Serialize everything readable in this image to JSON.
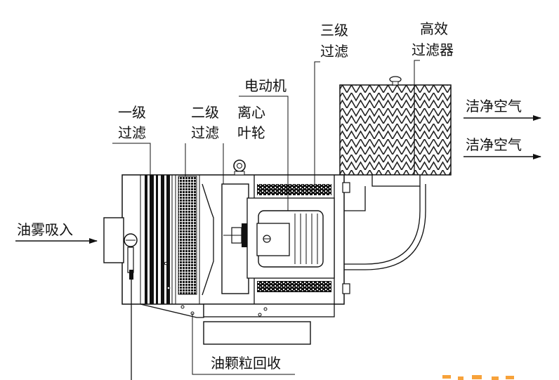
{
  "labels": {
    "stage3": [
      "三级",
      "过滤"
    ],
    "hepa": [
      "高效",
      "过滤器"
    ],
    "motor": "电动机",
    "clean_air_1": "洁净空气",
    "clean_air_2": "洁净空气",
    "stage1": [
      "一级",
      "过滤"
    ],
    "stage2": [
      "二级",
      "过滤"
    ],
    "impeller": [
      "离心",
      "叶轮"
    ],
    "intake": "油雾吸入",
    "recovery": "油颗粒回收"
  }
}
